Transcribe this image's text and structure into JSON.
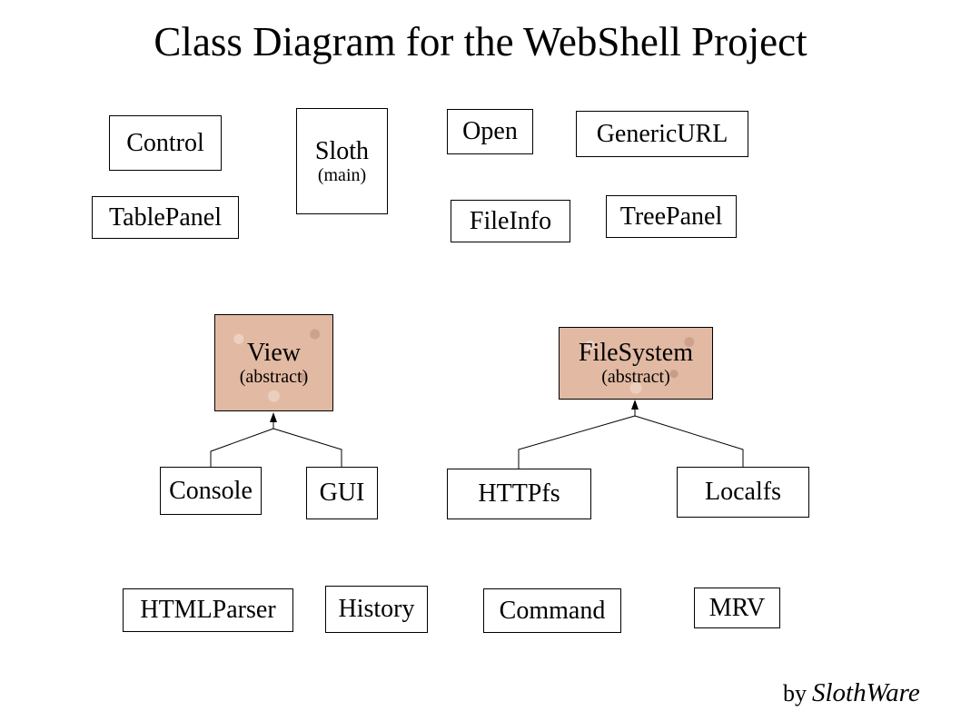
{
  "title": "Class Diagram for the WebShell Project",
  "classes": {
    "control": "Control",
    "sloth": "Sloth",
    "sloth_note": "(main)",
    "open": "Open",
    "generic_url": "GenericURL",
    "table_panel": "TablePanel",
    "file_info": "FileInfo",
    "tree_panel": "TreePanel",
    "view": "View",
    "view_note": "(abstract)",
    "file_system": "FileSystem",
    "file_system_note": "(abstract)",
    "console": "Console",
    "gui": "GUI",
    "httpfs": "HTTPfs",
    "localfs": "Localfs",
    "html_parser": "HTMLParser",
    "history": "History",
    "command": "Command",
    "mrv": "MRV"
  },
  "inheritance": [
    {
      "child": "Console",
      "parent": "View"
    },
    {
      "child": "GUI",
      "parent": "View"
    },
    {
      "child": "HTTPfs",
      "parent": "FileSystem"
    },
    {
      "child": "Localfs",
      "parent": "FileSystem"
    }
  ],
  "credit": {
    "prefix": "by",
    "brand": "SlothWare"
  },
  "colors": {
    "abstract_fill": "#e2b9a2",
    "line": "#000000"
  }
}
